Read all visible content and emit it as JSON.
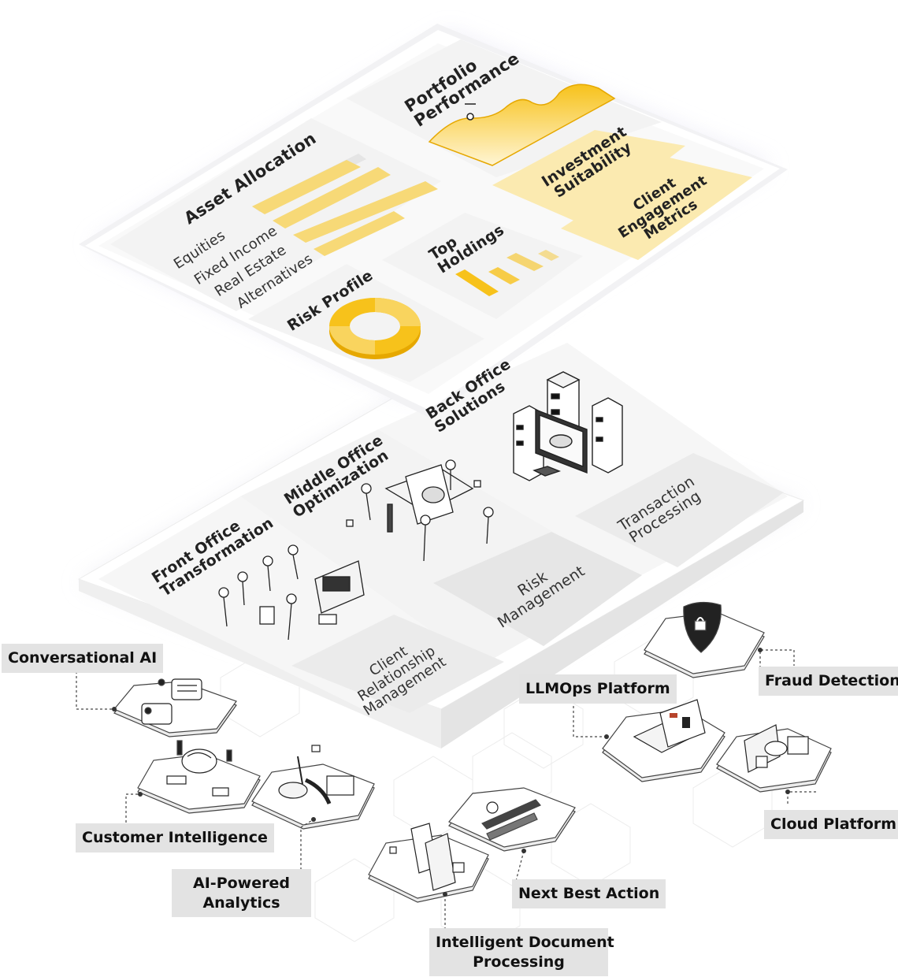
{
  "top_dashboard": {
    "portfolio_performance": "Portfolio\nPerformance",
    "asset_allocation": {
      "title": "Asset Allocation",
      "items": [
        "Equities",
        "Fixed Income",
        "Real Estate",
        "Alternatives"
      ]
    },
    "investment_suitability": "Investment\nSuitability",
    "client_engagement_metrics": "Client\nEngagement\nMetrics",
    "top_holdings": "Top\nHoldings",
    "risk_profile": "Risk Profile"
  },
  "middle_layer": {
    "back_office": "Back Office\nSolutions",
    "middle_office": "Middle Office\nOptimization",
    "front_office": "Front Office\nTransformation",
    "transaction_processing": "Transaction\nProcessing",
    "risk_management": "Risk\nManagement",
    "client_relationship_management": "Client\nRelationship\nManagement"
  },
  "capabilities": {
    "conversational_ai": "Conversational AI",
    "customer_intelligence": "Customer Intelligence",
    "ai_powered_analytics": "AI-Powered\nAnalytics",
    "intelligent_document_processing": "Intelligent Document\nProcessing",
    "next_best_action": "Next Best Action",
    "llmops_platform": "LLMOps Platform",
    "fraud_detection": "Fraud Detection",
    "cloud_platform": "Cloud Platform"
  },
  "colors": {
    "accent_yellow": "#f7c21b",
    "light_yellow": "#fbeab0",
    "card_gray": "#efefef",
    "label_gray": "#e3e3e3",
    "panel_white": "#ffffff"
  }
}
